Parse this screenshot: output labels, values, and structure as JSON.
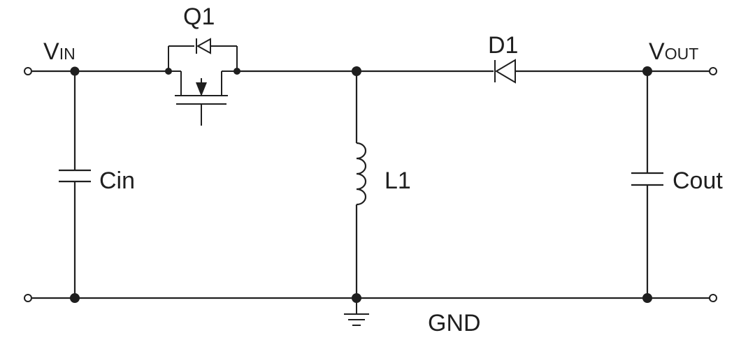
{
  "diagram": {
    "labels": {
      "vin_main": "V",
      "vin_sub": "IN",
      "vout_main": "V",
      "vout_sub": "OUT",
      "q1": "Q1",
      "d1": "D1",
      "cin": "Cin",
      "l1": "L1",
      "cout": "Cout",
      "gnd": "GND"
    },
    "colors": {
      "ink": "#1f1f1f",
      "background": "#ffffff"
    }
  }
}
